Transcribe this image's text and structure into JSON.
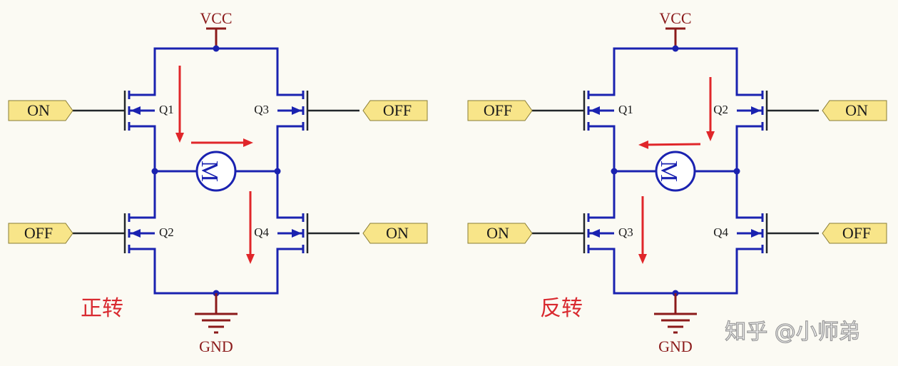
{
  "circuits": [
    {
      "caption": "正转",
      "vcc": "VCC",
      "gnd": "GND",
      "motor": "M",
      "fets": {
        "tl": "Q1",
        "tr": "Q3",
        "bl": "Q2",
        "br": "Q4"
      },
      "ports": {
        "tl": "ON",
        "tr": "OFF",
        "bl": "OFF",
        "br": "ON"
      },
      "arrows": [
        "tl-down",
        "middle-right",
        "br-down"
      ]
    },
    {
      "caption": "反转",
      "vcc": "VCC",
      "gnd": "GND",
      "motor": "M",
      "fets": {
        "tl": "Q1",
        "tr": "Q2",
        "bl": "Q3",
        "br": "Q4"
      },
      "ports": {
        "tl": "OFF",
        "tr": "ON",
        "bl": "ON",
        "br": "OFF"
      },
      "arrows": [
        "tr-down",
        "middle-left",
        "bl-down"
      ]
    }
  ],
  "watermark": "知乎 @小师弟",
  "colors": {
    "wire": "#1a22b0",
    "power": "#8b1a1a",
    "arrow": "#e0262a",
    "port_fill": "#f8e589",
    "caption": "#d9292f",
    "background": "#fbfaf3"
  }
}
